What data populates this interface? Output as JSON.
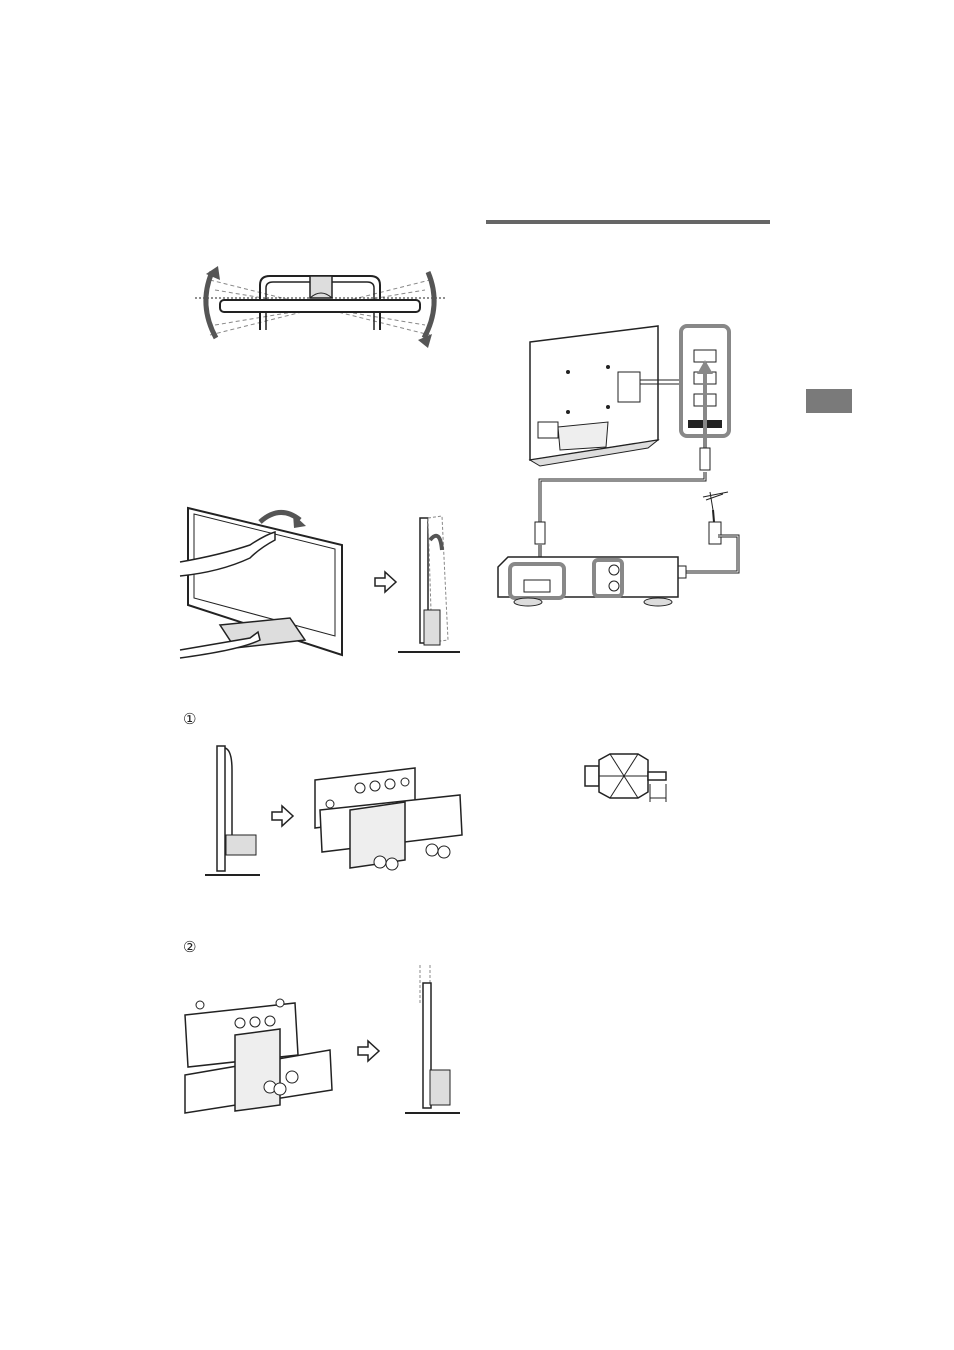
{
  "page": {
    "section_rule_color": "#666666",
    "tab_marker_color": "#7a7a7a"
  },
  "steps": {
    "step1_label": "①",
    "step2_label": "②"
  },
  "figures": {
    "swivel_icon": "swivel-range-diagram",
    "tilt_icon": "tilt-screen-diagram",
    "bracket_removal_icon": "bracket-screw-removal-diagram",
    "bracket_attach_icon": "bracket-screw-attach-diagram",
    "connection_icon": "antenna-hdmi-connection-diagram",
    "plug_icon": "coaxial-plug-diagram"
  }
}
